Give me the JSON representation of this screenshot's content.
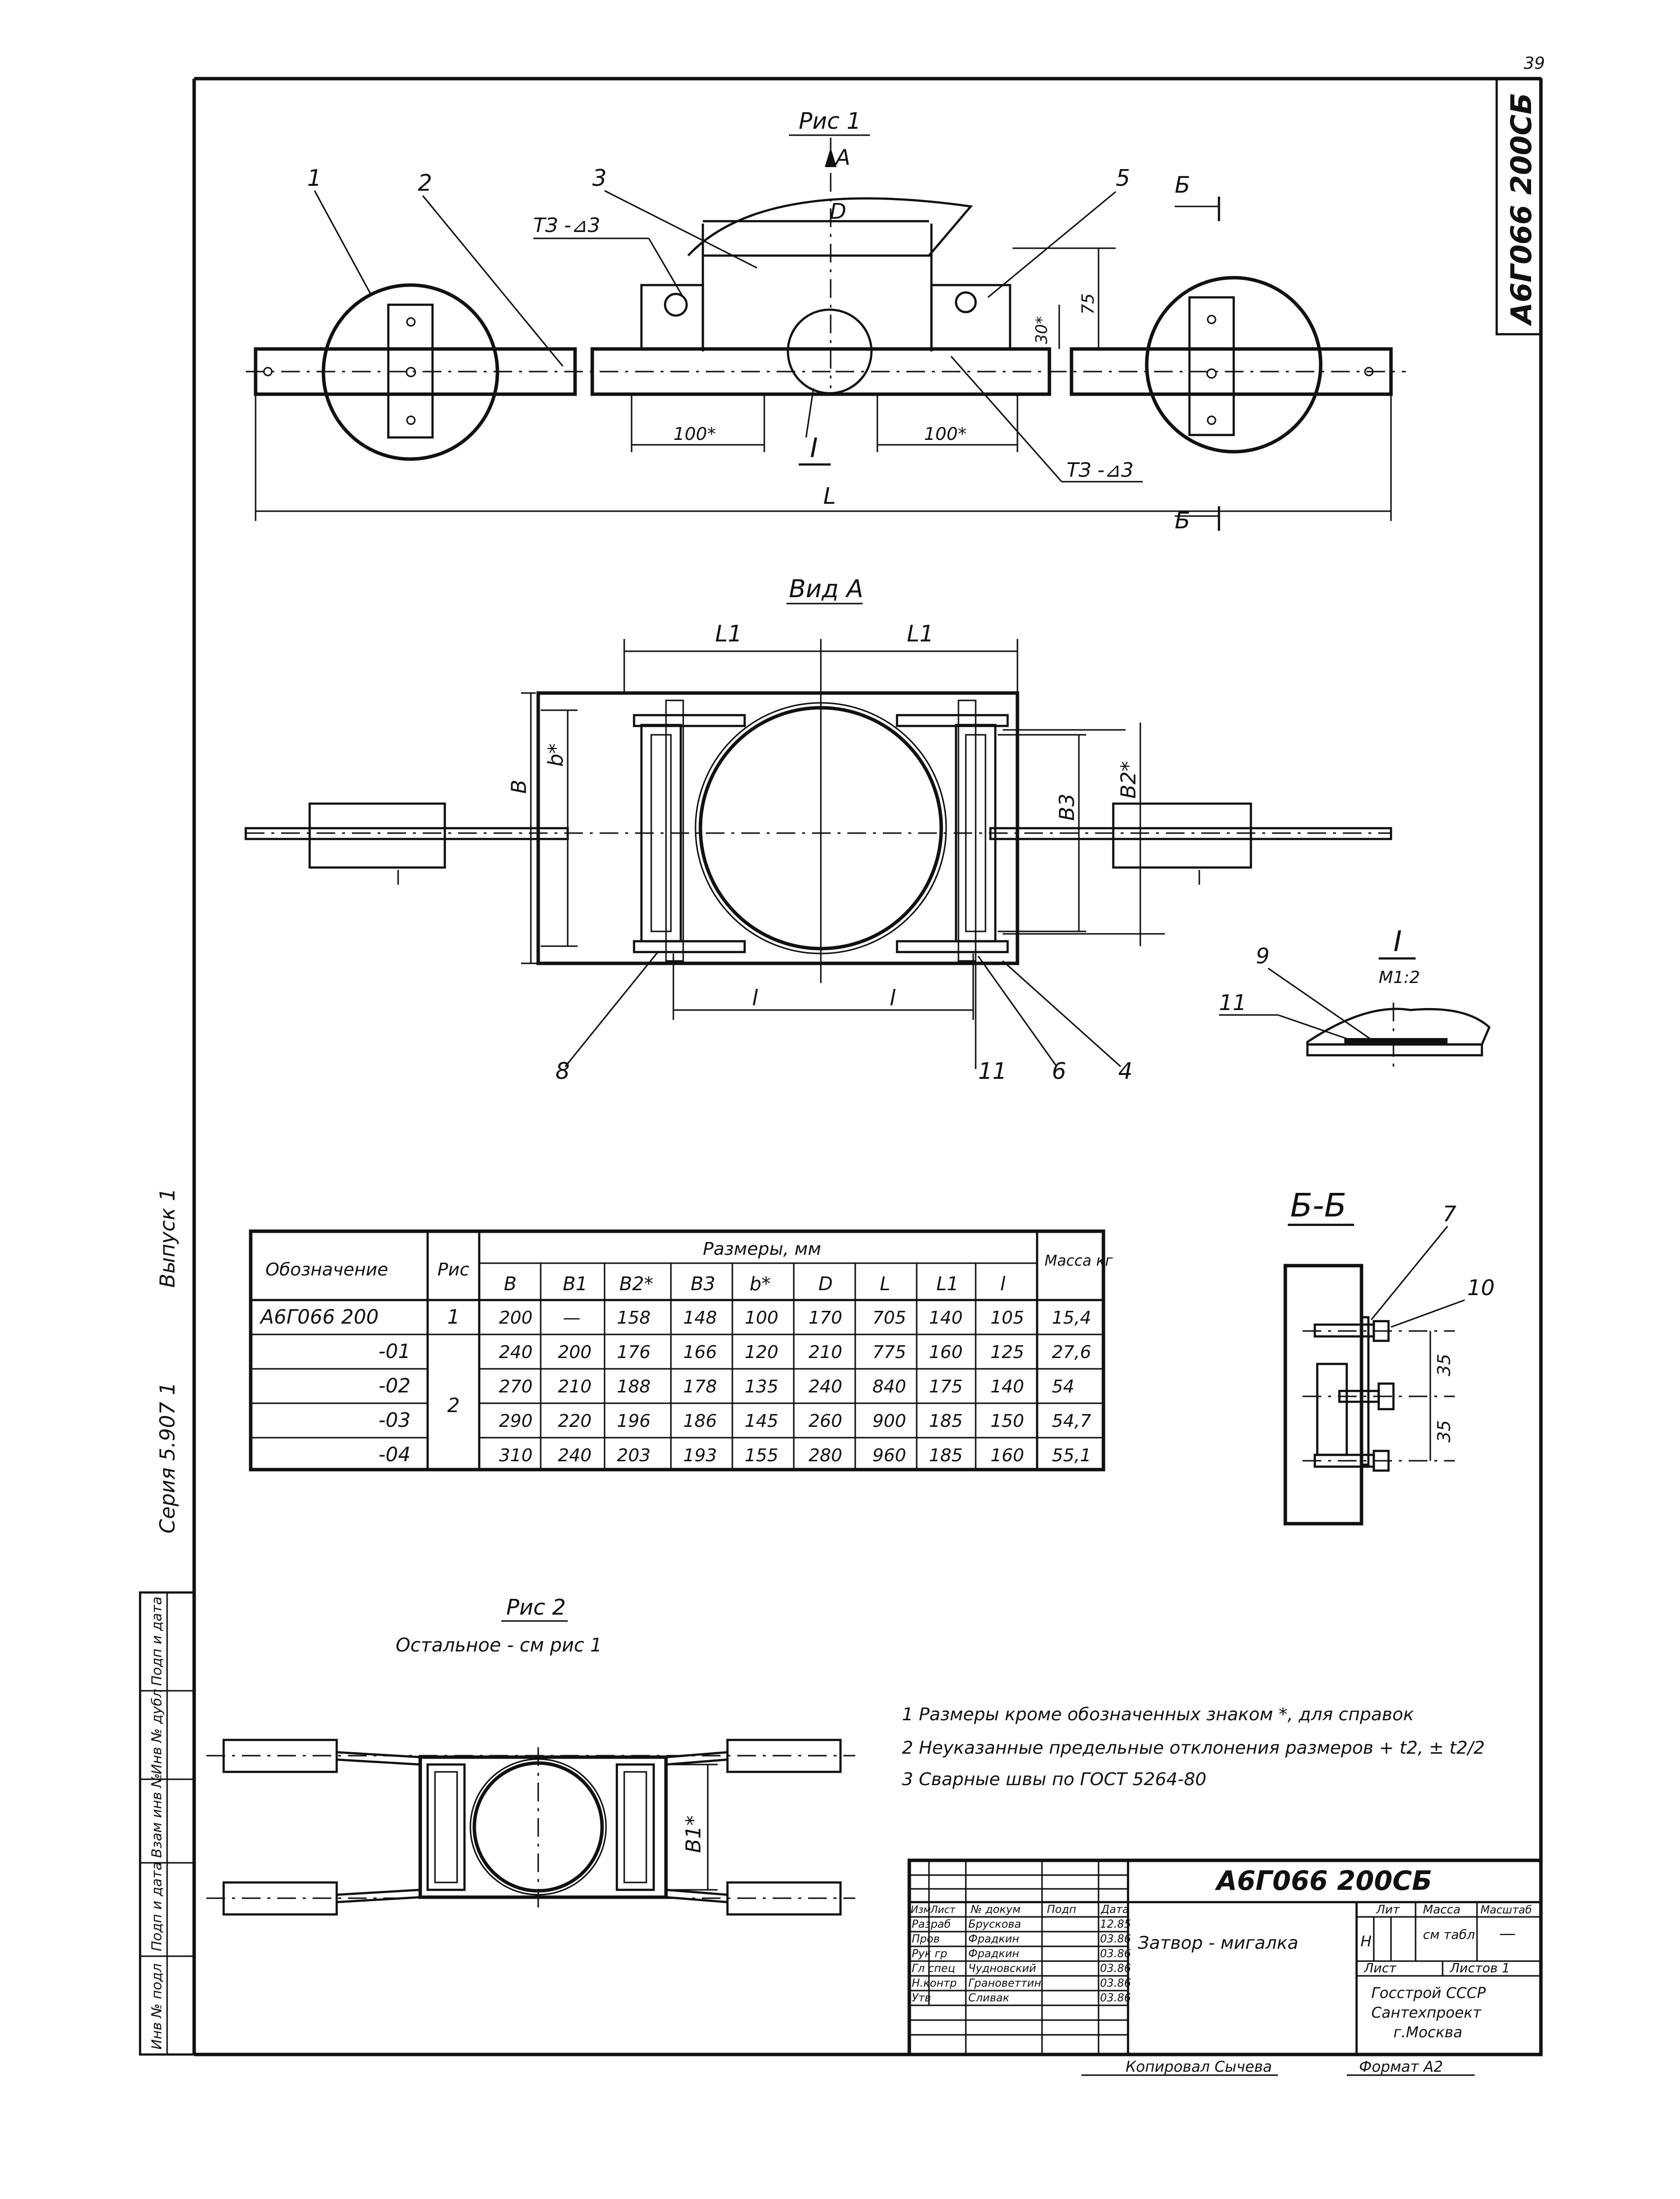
{
  "sheet": {
    "page_no": "39",
    "designation_vertical": "А6Г066 200СБ",
    "series_left": "Серия 5.907 1",
    "issue_left": "Выпуск 1",
    "left_stamp": [
      "Инв № подл",
      "Подп и дата",
      "Взам инв №",
      "Инв № дубл",
      "Подп и дата"
    ]
  },
  "fig1": {
    "title": "Рис 1",
    "view_dir": "А",
    "callouts": [
      "1",
      "2",
      "3",
      "5"
    ],
    "weld_label": "ТЗ -⊿3",
    "dim_D": "D",
    "dim_75": "75",
    "dim_30": "30*",
    "dim_100_left": "100*",
    "dim_100_right": "100*",
    "detail_mark": "I",
    "weld_label_bottom": "ТЗ -⊿3",
    "dim_L": "L",
    "section_mark": "Б"
  },
  "view_a": {
    "title": "Вид А",
    "dim_L1_left": "L1",
    "dim_L1_right": "L1",
    "dim_B": "B",
    "dim_b": "b*",
    "dim_B3": "B3",
    "dim_B2": "B2*",
    "dim_l_left": "l",
    "dim_l_right": "l",
    "callouts": [
      "8",
      "11",
      "6",
      "4"
    ]
  },
  "detail_I": {
    "title": "I",
    "scale": "М1:2",
    "callouts": [
      "9",
      "11"
    ]
  },
  "section_bb": {
    "title": "Б-Б",
    "callouts": [
      "7",
      "10"
    ],
    "dim_top": "35",
    "dim_bottom": "35"
  },
  "table": {
    "col_designation": "Обозначение",
    "col_fig": "Рис",
    "group_header": "Размеры, мм",
    "col_mass": "Масса кг",
    "dim_columns": [
      "B",
      "B1",
      "B2*",
      "B3",
      "b*",
      "D",
      "L",
      "L1",
      "l"
    ],
    "rows": [
      {
        "designation": "А6Г066 200",
        "fig": "1",
        "values": [
          "200",
          "—",
          "158",
          "148",
          "100",
          "170",
          "705",
          "140",
          "105"
        ],
        "mass": "15,4"
      },
      {
        "designation": "-01",
        "fig": "2",
        "values": [
          "240",
          "200",
          "176",
          "166",
          "120",
          "210",
          "775",
          "160",
          "125"
        ],
        "mass": "27,6"
      },
      {
        "designation": "-02",
        "fig": "",
        "values": [
          "270",
          "210",
          "188",
          "178",
          "135",
          "240",
          "840",
          "175",
          "140"
        ],
        "mass": "54"
      },
      {
        "designation": "-03",
        "fig": "",
        "values": [
          "290",
          "220",
          "196",
          "186",
          "145",
          "260",
          "900",
          "185",
          "150"
        ],
        "mass": "54,7"
      },
      {
        "designation": "-04",
        "fig": "",
        "values": [
          "310",
          "240",
          "203",
          "193",
          "155",
          "280",
          "960",
          "185",
          "160"
        ],
        "mass": "55,1"
      }
    ]
  },
  "fig2": {
    "title": "Рис 2",
    "subtitle": "Остальное - см рис 1",
    "dim_B1": "B1*"
  },
  "notes": [
    "1 Размеры кроме обозначенных знаком *, для справок",
    "2 Неуказанные предельные отклонения размеров + t2, ± t2/2",
    "3 Сварные швы по ГОСТ 5264-80"
  ],
  "title_block": {
    "designation": "А6Г066 200СБ",
    "name": "Затвор - мигалка",
    "col_headers": [
      "Изм",
      "Лист",
      "№ докум",
      "Подп",
      "Дата"
    ],
    "roles": [
      {
        "role": "Разраб",
        "name": "Брускова",
        "date": "12.85"
      },
      {
        "role": "Пров",
        "name": "Фрадкин",
        "date": "03.86"
      },
      {
        "role": "Рук гр",
        "name": "Фрадкин",
        "date": "03.86"
      },
      {
        "role": "Гл спец",
        "name": "Чудновский",
        "date": "03.86"
      },
      {
        "role": "Н.контр",
        "name": "Грановеттин",
        "date": "03.86"
      },
      {
        "role": "Утв",
        "name": "Сливак",
        "date": "03.86"
      }
    ],
    "lit_label": "Лит",
    "mass_label": "Масса",
    "scale_label": "Масштаб",
    "lit_value": "Н",
    "mass_value": "см табл",
    "scale_value": "—",
    "sheet_label": "Лист",
    "sheets_label": "Листов 1",
    "org": [
      "Госстрой СССР",
      "Сантехпроект",
      "г.Москва"
    ],
    "copied": "Копировал Сычева",
    "format": "Формат А2"
  }
}
